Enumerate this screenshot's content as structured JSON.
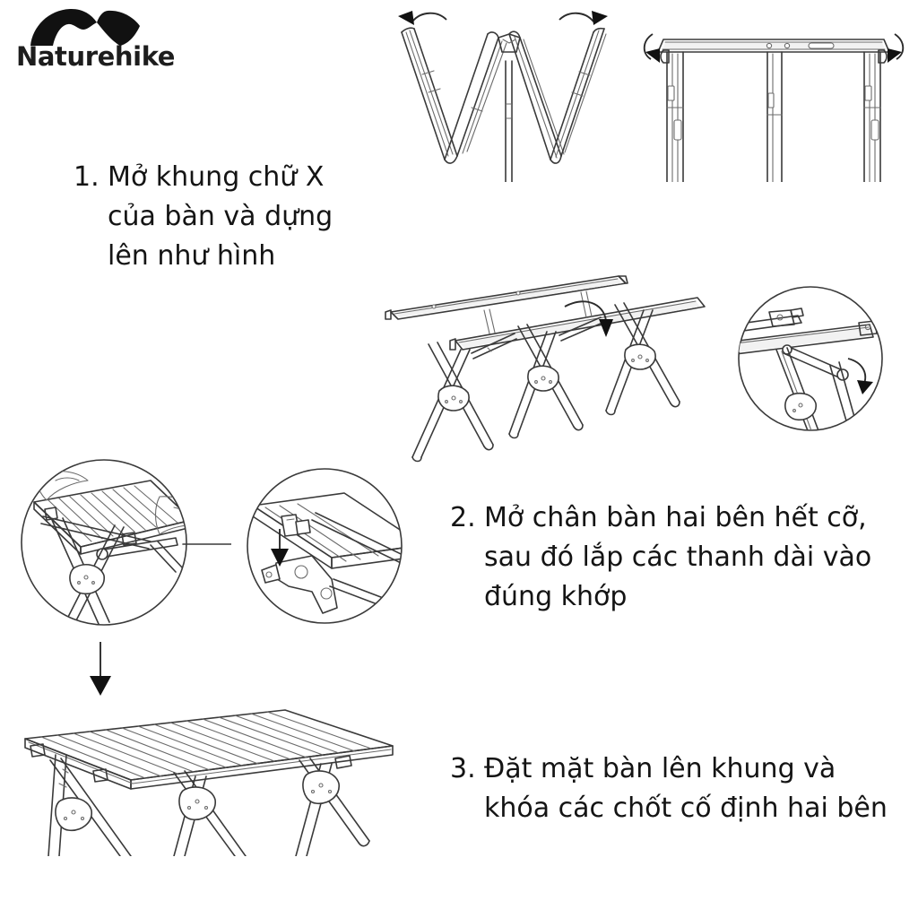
{
  "document": {
    "type": "assembly-instructions",
    "language": "vi",
    "background_color": "#ffffff",
    "text_color": "#141414",
    "line_color": "#3a3a3a"
  },
  "brand": {
    "name": "Naturehike",
    "logo_icon": "mountain-icon"
  },
  "steps": [
    {
      "number": "1.",
      "lines": [
        "Mở khung chữ X",
        "của bàn và dựng",
        "lên như hình"
      ]
    },
    {
      "number": "2.",
      "lines": [
        "Mở chân bàn hai bên hết cỡ,",
        "sau đó lắp các thanh dài vào",
        "đúng khớp"
      ]
    },
    {
      "number": "3.",
      "lines": [
        "Đặt mặt bàn lên khung và",
        "khóa các chốt cố định hai bên"
      ]
    }
  ],
  "figures": [
    {
      "id": "fig-fold",
      "name": "folded-x-frame-diagram",
      "caption_step": "1",
      "description": "Folded X-frame in W shape with two curved rotation arrows pointing outward",
      "arrows": [
        "curved-arrow-left",
        "curved-arrow-right"
      ]
    },
    {
      "id": "fig-stand",
      "name": "unfolded-frame-diagram",
      "caption_step": "1",
      "description": "Frame rails unfolded flat with three vertical leg posts, curved arrows folding legs down",
      "arrows": [
        "curved-arrow-down-left",
        "curved-arrow-down-right"
      ]
    },
    {
      "id": "fig-frame",
      "name": "assembled-frame-diagram",
      "caption_step": "2",
      "description": "Complete table frame with three X-legs and two long side rails",
      "arrows": [
        "curved-arrow-down"
      ]
    },
    {
      "id": "fig-detail-joint",
      "name": "rail-joint-detail-circle",
      "caption_step": "2",
      "description": "Circular close-up of long rail locking into the X-leg joint",
      "arrows": [
        "curved-arrow-down-right"
      ]
    },
    {
      "id": "fig-detail-top",
      "name": "tabletop-placement-detail-circle",
      "caption_step": "3",
      "description": "Circular close-up of hands placing slatted tabletop onto the frame"
    },
    {
      "id": "fig-detail-latch",
      "name": "latch-lock-detail-circle",
      "caption_step": "3",
      "description": "Circular close-up of the fixing latch engaging, straight downward arrow",
      "arrows": [
        "straight-arrow-down"
      ]
    },
    {
      "id": "fig-table",
      "name": "finished-table-illustration",
      "caption_step": "3",
      "description": "Finished roll-top slatted camping table on three X-legs"
    }
  ],
  "flow": {
    "arrow_name": "downward-flow-arrow"
  }
}
